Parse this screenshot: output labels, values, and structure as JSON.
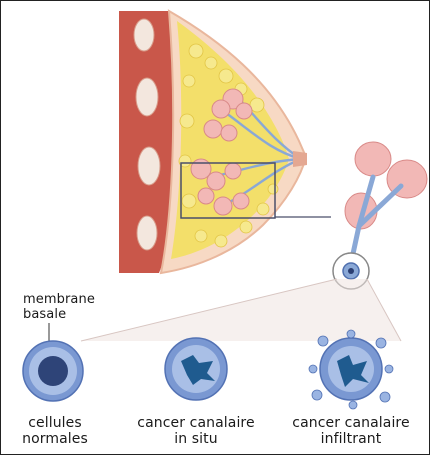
{
  "labels": {
    "membrane_line1": "membrane",
    "membrane_line2": "basale",
    "normal_line1": "cellules",
    "normal_line2": "normales",
    "insitu_line1": "cancer canalaire",
    "insitu_line2": "in situ",
    "infiltrant_line1": "cancer canalaire",
    "infiltrant_line2": "infiltrant"
  },
  "colors": {
    "skin": "#f7d9c4",
    "muscle": "#c9574a",
    "fat": "#f3df6a",
    "tissue_pink": "#f2b8b6",
    "duct_blue": "#8aa8d6",
    "cell_blue": "#6f8fcf",
    "nucleus_dark": "#2a3e72",
    "cancer_blue": "#1f5b8f"
  }
}
